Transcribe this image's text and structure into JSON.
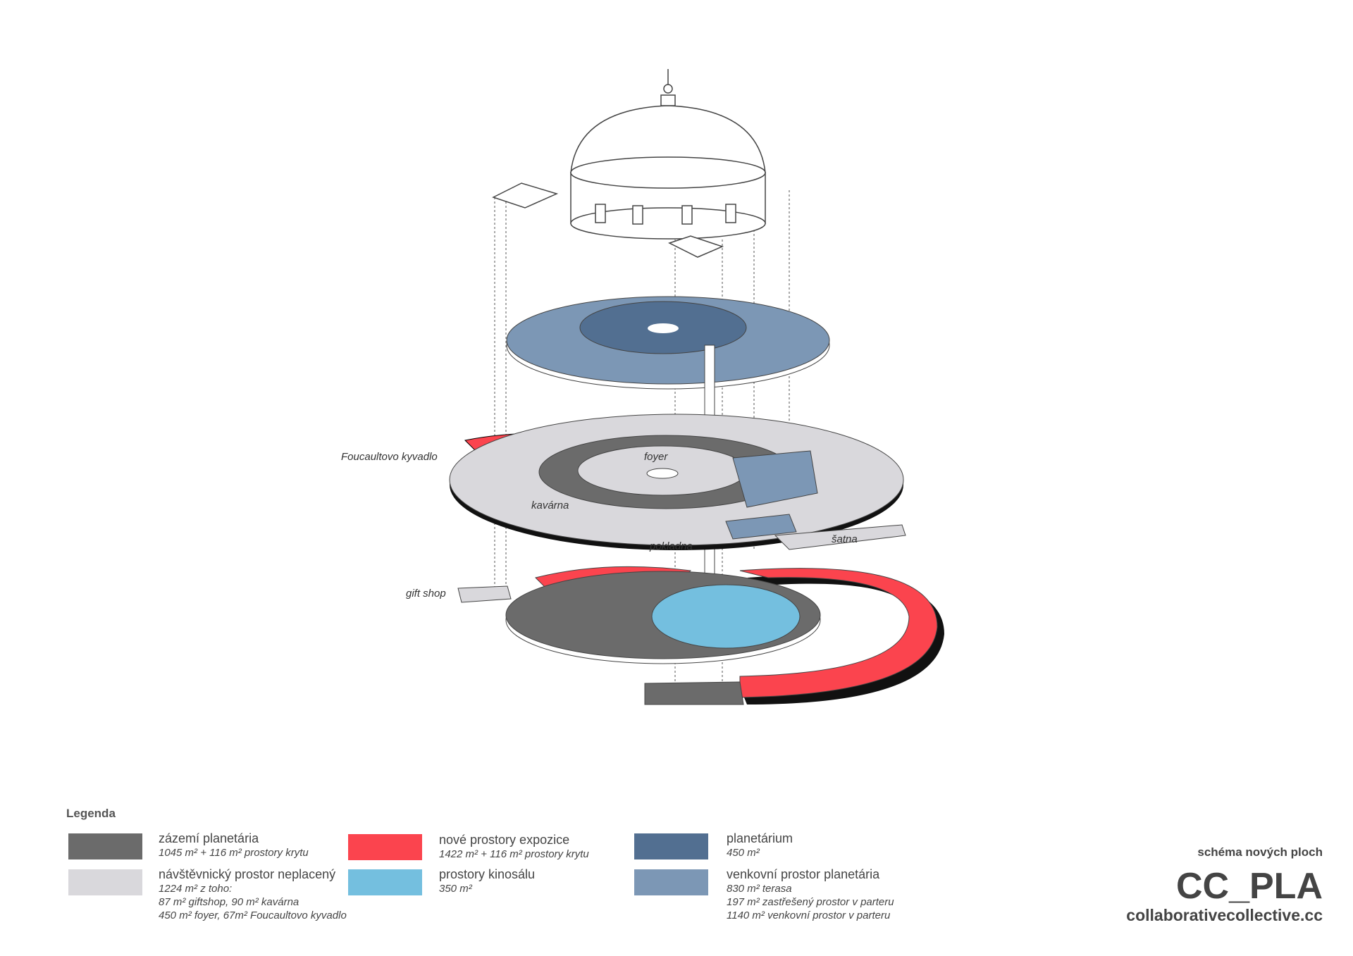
{
  "labels": {
    "foucault": "Foucaultovo kyvadlo",
    "foyer": "foyer",
    "kavarna": "kavárna",
    "pokladna": "pokladna",
    "satna": "šatna",
    "giftshop": "gift shop"
  },
  "legend": {
    "title": "Legenda",
    "items": [
      {
        "name": "zázemí planetária",
        "color": "#6b6b6b",
        "lines": [
          "1045 m² + 116 m² prostory krytu"
        ]
      },
      {
        "name": "návštěvnický prostor neplacený",
        "color": "#d9d8dc",
        "lines": [
          "1224 m² z toho:",
          "87 m² giftshop, 90 m² kavárna",
          "450 m² foyer, 67m² Foucaultovo kyvadlo"
        ]
      },
      {
        "name": "nové prostory expozice",
        "color": "#fb444e",
        "lines": [
          "1422 m² + 116 m² prostory krytu"
        ]
      },
      {
        "name": "prostory kinosálu",
        "color": "#74bfdf",
        "lines": [
          "350 m²"
        ]
      },
      {
        "name": "planetárium",
        "color": "#526f91",
        "lines": [
          "450 m²"
        ]
      },
      {
        "name": "venkovní  prostor planetária",
        "color": "#7c97b5",
        "lines": [
          "830 m² terasa",
          "197 m² zastřešený prostor v parteru",
          "1140 m² venkovní prostor v parteru"
        ]
      }
    ]
  },
  "brand": {
    "subtitle": "schéma nových ploch",
    "code": "CC_PLA",
    "url": "collaborativecollective.cc"
  }
}
